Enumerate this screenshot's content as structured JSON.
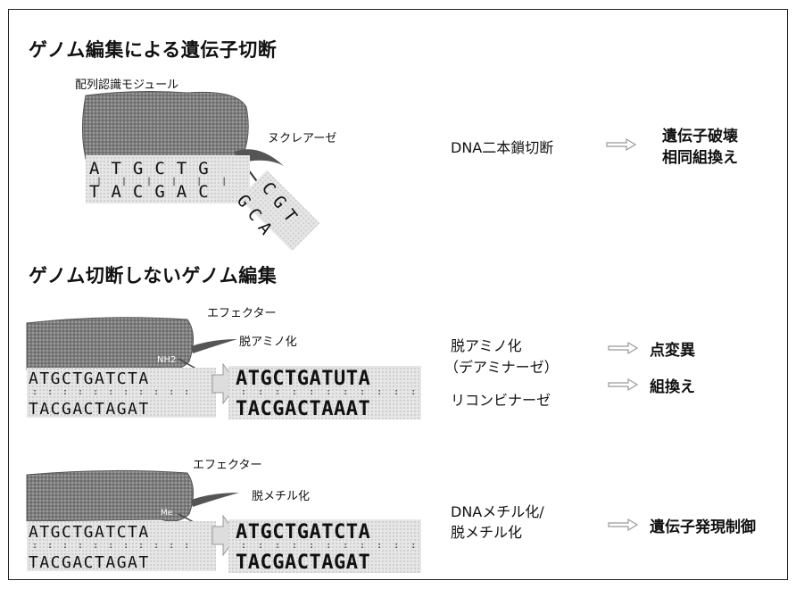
{
  "section1": {
    "title": "ゲノム編集による遺伝子切断",
    "module_label": "配列認識モジュール",
    "nuclease_label": "ヌクレアーゼ",
    "seq_top": "ATGCTG",
    "seq_bottom": "TACGAC",
    "cut_top": "CGT",
    "cut_bottom": "GCA",
    "process": "DNA二本鎖切断",
    "outcome_1": "遺伝子破壊",
    "outcome_2": "相同組換え"
  },
  "section2": {
    "title": "ゲノム切断しないゲノム編集",
    "block_a": {
      "effector_label": "エフェクター",
      "effector_action": "脱アミノ化",
      "marker": "NH2",
      "seq_top": "ATGCTGATCTA",
      "seq_bottom": "TACGACTAGAT",
      "result_top": "ATGCTGATUTA",
      "result_bottom": "TACGACTAAAT",
      "process_1": "脱アミノ化",
      "process_1b": "（デアミナーゼ）",
      "process_2": "リコンビナーゼ",
      "outcome_1": "点変異",
      "outcome_2": "組換え"
    },
    "block_b": {
      "effector_label": "エフェクター",
      "effector_action": "脱メチル化",
      "marker": "Me",
      "seq_top": "ATGCTGATCTA",
      "seq_bottom": "TACGACTAGAT",
      "result_top": "ATGCTGATCTA",
      "result_bottom": "TACGACTAGAT",
      "process_1": "DNAメチル化/",
      "process_1b": "脱メチル化",
      "outcome_1": "遺伝子発現制御"
    }
  },
  "colors": {
    "blob": "#8a8a8a",
    "blob_dark": "#555555",
    "arrow": "#999999"
  }
}
